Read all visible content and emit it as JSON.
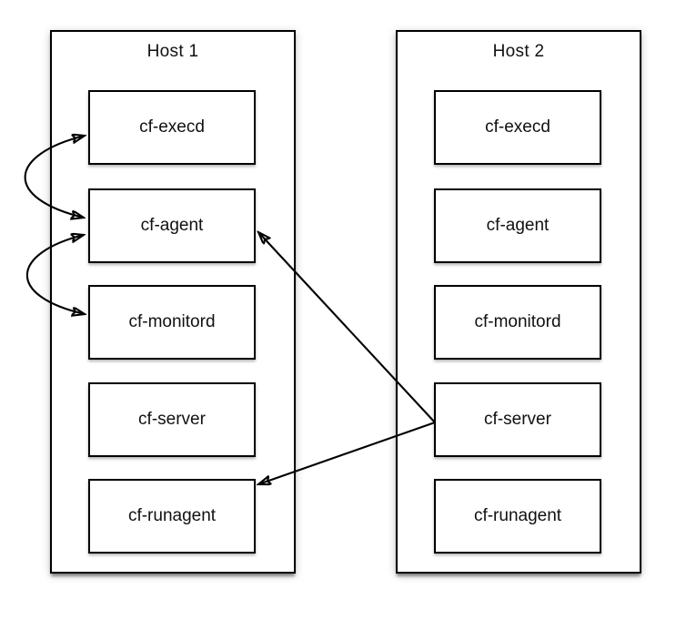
{
  "hosts": [
    {
      "title": "Host 1",
      "processes": [
        "cf-execd",
        "cf-agent",
        "cf-monitord",
        "cf-server",
        "cf-runagent"
      ]
    },
    {
      "title": "Host 2",
      "processes": [
        "cf-execd",
        "cf-agent",
        "cf-monitord",
        "cf-server",
        "cf-runagent"
      ]
    }
  ],
  "connections": [
    {
      "from": "Host 1 cf-execd",
      "to": "Host 1 cf-agent",
      "style": "double-headed-curve"
    },
    {
      "from": "Host 1 cf-agent",
      "to": "Host 1 cf-monitord",
      "style": "double-headed-curve"
    },
    {
      "from": "Host 2 cf-server",
      "to": "Host 1 cf-agent",
      "style": "single-arrow"
    },
    {
      "from": "Host 2 cf-server",
      "to": "Host 1 cf-runagent",
      "style": "single-arrow"
    }
  ],
  "colors": {
    "stroke": "#000000",
    "background": "#ffffff",
    "text": "#111111"
  }
}
